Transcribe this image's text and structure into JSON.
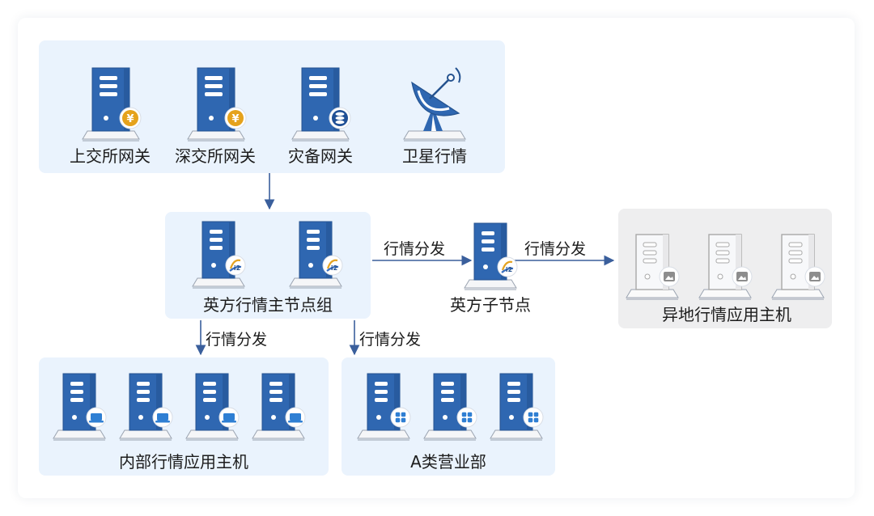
{
  "colors": {
    "server_blue": "#2f67b1",
    "server_blue_dark": "#24528f",
    "server_white": "#f7f8fa",
    "panel_blue": "#eaf3fd",
    "panel_gray": "#eeeeef",
    "arrow": "#3a5f9c",
    "coin_gold": "#e5a21c"
  },
  "groups": {
    "gateways": {
      "items": [
        {
          "label": "上交所网关",
          "icon": "yuan-coin-icon"
        },
        {
          "label": "深交所网关",
          "icon": "yuan-coin-icon"
        },
        {
          "label": "灾备网关",
          "icon": "database-icon"
        },
        {
          "label": "卫星行情",
          "icon": "satellite-dish-icon"
        }
      ]
    },
    "master": {
      "label": "英方行情主节点组",
      "icon": "i2-logo-icon"
    },
    "sub_node": {
      "label": "英方子节点",
      "icon": "i2-logo-icon"
    },
    "remote": {
      "label": "异地行情应用主机",
      "icon": "image-icon"
    },
    "internal": {
      "label": "内部行情应用主机",
      "icon": "monitor-icon"
    },
    "branch": {
      "label": "A类营业部",
      "icon": "grid-icon"
    }
  },
  "arrows": {
    "to_sub": "行情分发",
    "to_remote": "行情分发",
    "to_internal": "行情分发",
    "to_branch": "行情分发"
  }
}
